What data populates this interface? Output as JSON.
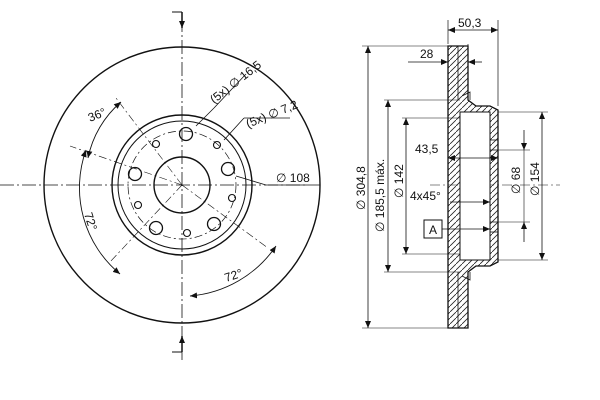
{
  "front_view": {
    "label_36": "36°",
    "label_72_left": "72°",
    "label_72_bottom": "72°",
    "label_5x_large": "(5x) ∅ 16,5",
    "label_5x_small": "(5x) ∅ 7,2",
    "label_108": "∅ 108"
  },
  "section_view": {
    "label_50_3": "50,3",
    "label_28": "28",
    "label_304_8": "∅ 304,8",
    "label_185_5": "∅ 185,5 máx.",
    "label_142": "∅ 142",
    "label_43_5": "43,5",
    "label_4x45": "4x45°",
    "label_68": "∅ 68",
    "label_154": "∅ 154",
    "label_a": "A"
  }
}
